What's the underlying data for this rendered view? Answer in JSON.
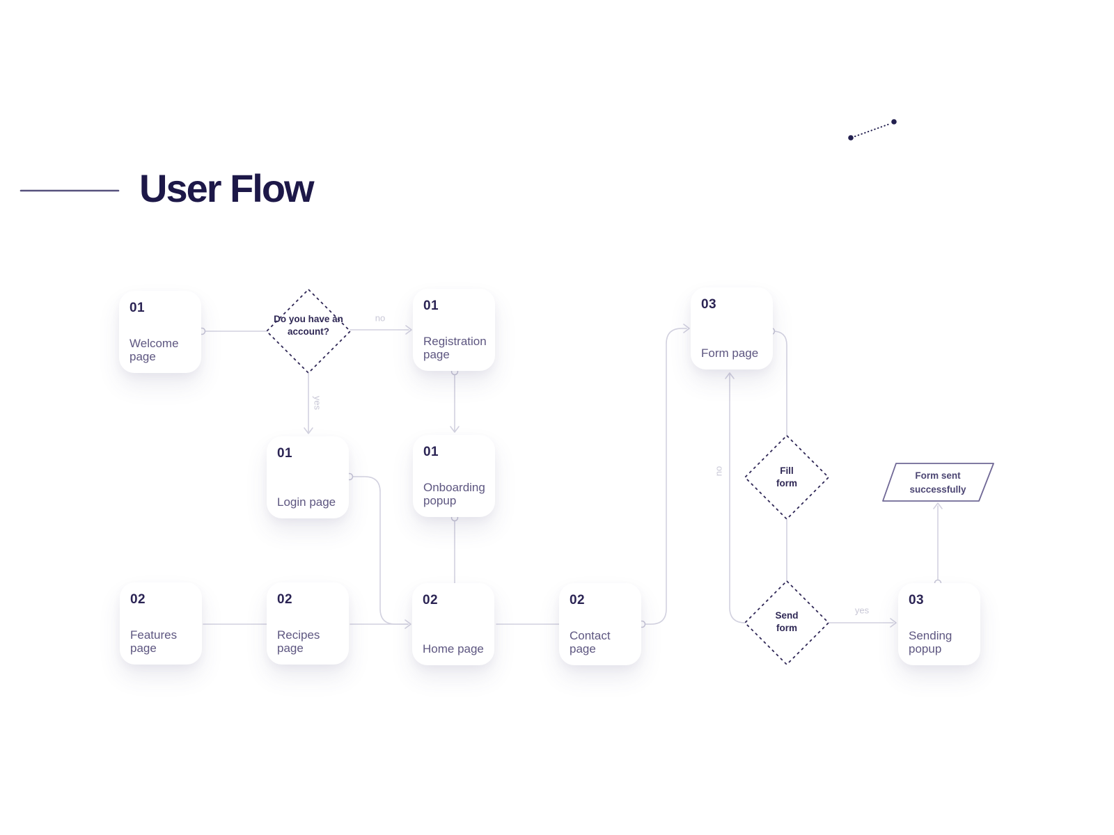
{
  "title": "User Flow",
  "colors": {
    "background": "#ffffff",
    "title_text": "#1d1848",
    "accent_line": "#55507c",
    "node_number": "#2b2454",
    "node_label": "#5d5680",
    "connector": "#d2d1df",
    "connector_label": "#c8c7d6",
    "decision_border": "#2e2655",
    "decision_text": "#2e2754",
    "terminator_border": "#6f6795",
    "terminator_text": "#4c4673",
    "decor_dot": "#23204f"
  },
  "diagram": {
    "nodes": [
      {
        "id": "welcome",
        "number": "01",
        "label": "Welcome page"
      },
      {
        "id": "registration",
        "number": "01",
        "label": "Registration page"
      },
      {
        "id": "login",
        "number": "01",
        "label": "Login page"
      },
      {
        "id": "onboarding",
        "number": "01",
        "label": "Onboarding popup"
      },
      {
        "id": "features",
        "number": "02",
        "label": "Features page"
      },
      {
        "id": "recipes",
        "number": "02",
        "label": "Recipes page"
      },
      {
        "id": "home",
        "number": "02",
        "label": "Home page"
      },
      {
        "id": "contact",
        "number": "02",
        "label": "Contact page"
      },
      {
        "id": "form",
        "number": "03",
        "label": "Form page"
      },
      {
        "id": "sending",
        "number": "03",
        "label": "Sending popup"
      }
    ],
    "decisions": [
      {
        "id": "account",
        "label": "Do you have an account?"
      },
      {
        "id": "fill",
        "label": "Fill form"
      },
      {
        "id": "send",
        "label": "Send form"
      }
    ],
    "terminator": {
      "label": "Form sent successfully"
    },
    "edges": {
      "account_no": "no",
      "account_yes": "yes",
      "send_no": "no",
      "send_yes": "yes"
    }
  }
}
